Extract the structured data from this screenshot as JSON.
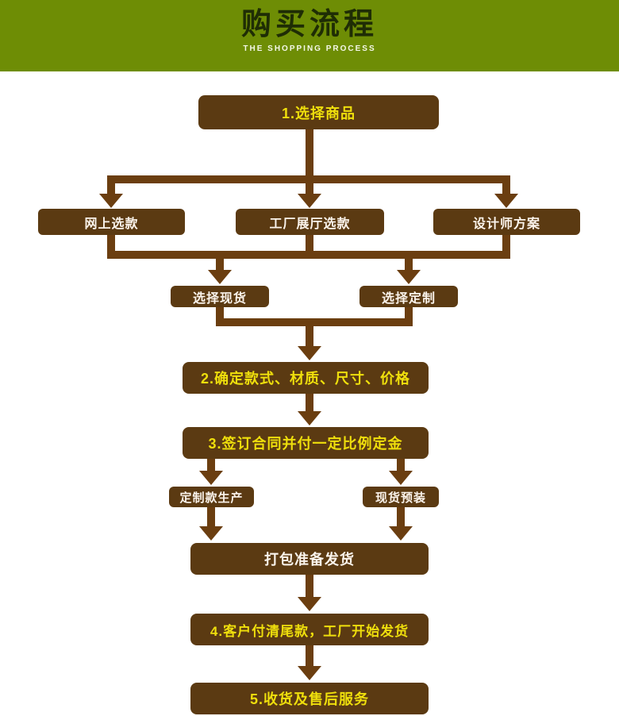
{
  "header": {
    "title": "购买流程",
    "subtitle": "THE SHOPPING PROCESS"
  },
  "colors": {
    "page_bg": "#ffffff",
    "header_bg": "#6e8d05",
    "header_title": "#1f2d05",
    "header_subtitle": "#f4f7e8",
    "node_fill": "#5b3a12",
    "connector": "#6b3e10",
    "label_yellow": "#efdf0c",
    "label_white": "#fbf4ec"
  },
  "flowchart": {
    "nodes": [
      {
        "id": "step-1",
        "label": "1.选择商品"
      },
      {
        "id": "online-selection",
        "label": "网上选款"
      },
      {
        "id": "factory-showroom-selection",
        "label": "工厂展厅选款"
      },
      {
        "id": "designer-plan",
        "label": "设计师方案"
      },
      {
        "id": "choose-in-stock",
        "label": "选择现货"
      },
      {
        "id": "choose-custom",
        "label": "选择定制"
      },
      {
        "id": "step-2",
        "label": "2.确定款式、材质、尺寸、价格"
      },
      {
        "id": "step-3",
        "label": "3.签订合同并付一定比例定金"
      },
      {
        "id": "custom-production",
        "label": "定制款生产"
      },
      {
        "id": "in-stock-preassembly",
        "label": "现货预装"
      },
      {
        "id": "packing-shipping-prep",
        "label": "打包准备发货"
      },
      {
        "id": "step-4",
        "label": "4.客户付清尾款，工厂开始发货"
      },
      {
        "id": "step-5",
        "label": "5.收货及售后服务"
      }
    ],
    "edges": [
      {
        "from": "step-1",
        "to": [
          "online-selection",
          "factory-showroom-selection",
          "designer-plan"
        ]
      },
      {
        "from": [
          "online-selection",
          "factory-showroom-selection",
          "designer-plan"
        ],
        "to": [
          "choose-in-stock",
          "choose-custom"
        ]
      },
      {
        "from": [
          "choose-in-stock",
          "choose-custom"
        ],
        "to": "step-2"
      },
      {
        "from": "step-2",
        "to": "step-3"
      },
      {
        "from": "step-3",
        "to": [
          "custom-production",
          "in-stock-preassembly"
        ]
      },
      {
        "from": [
          "custom-production",
          "in-stock-preassembly"
        ],
        "to": "packing-shipping-prep"
      },
      {
        "from": "packing-shipping-prep",
        "to": "step-4"
      },
      {
        "from": "step-4",
        "to": "step-5"
      }
    ]
  }
}
